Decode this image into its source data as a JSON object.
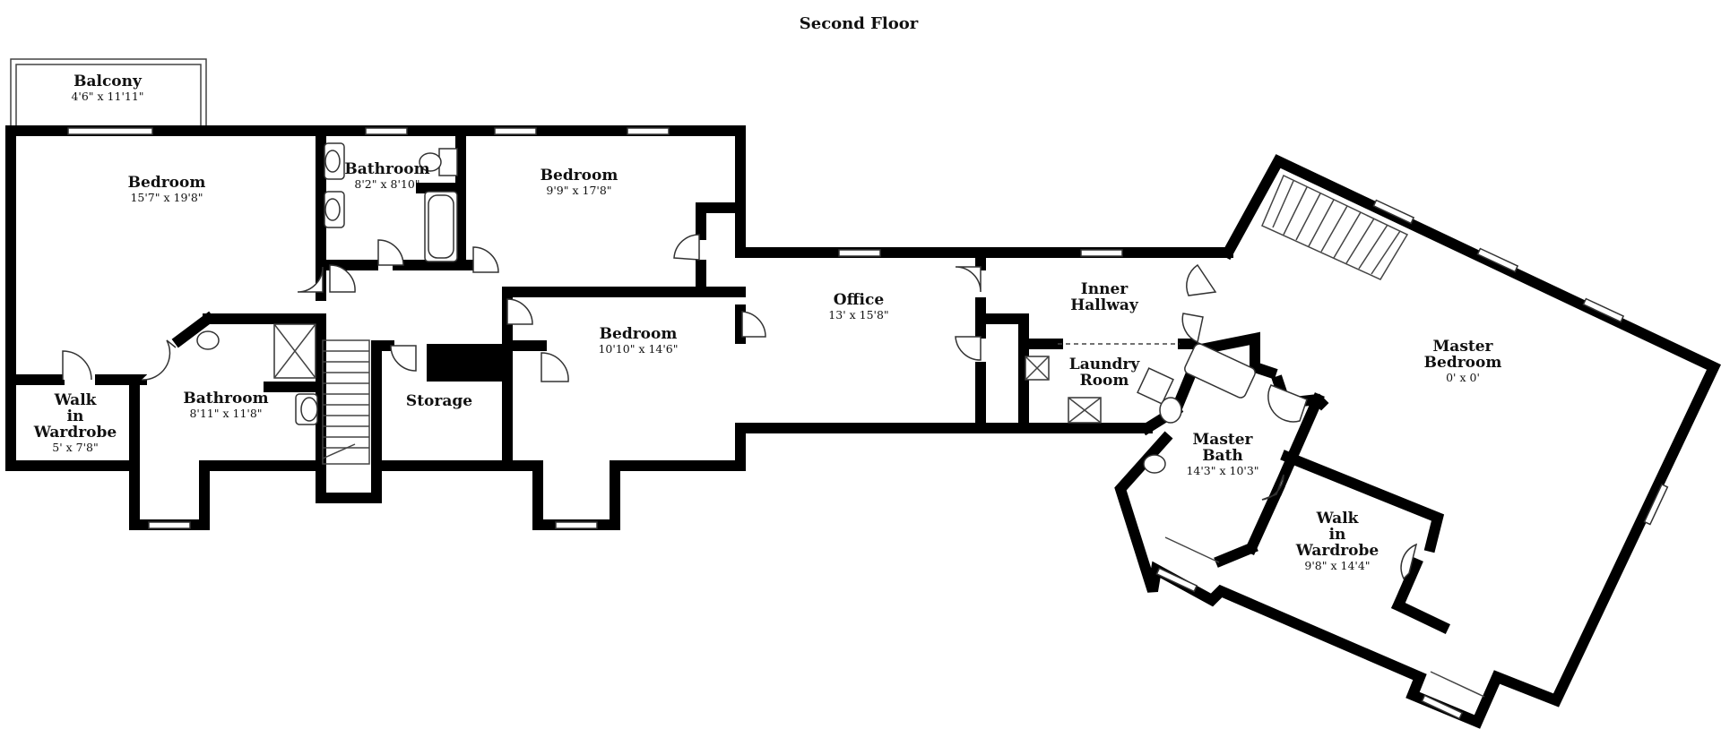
{
  "title": "Second Floor",
  "rooms": [
    {
      "id": "balcony",
      "name": "Balcony",
      "dim": "4'6\" x 11'11\""
    },
    {
      "id": "bedroom-1",
      "name": "Bedroom",
      "dim": "15'7\" x 19'8\""
    },
    {
      "id": "bathroom-1",
      "name": "Bathroom",
      "dim": "8'2\" x 8'10\""
    },
    {
      "id": "bedroom-2",
      "name": "Bedroom",
      "dim": "9'9\" x 17'8\""
    },
    {
      "id": "walk-in-wardrobe-1",
      "name": [
        "Walk",
        "in",
        "Wardrobe"
      ],
      "dim": "5' x 7'8\""
    },
    {
      "id": "bathroom-2",
      "name": "Bathroom",
      "dim": "8'11\" x 11'8\""
    },
    {
      "id": "storage",
      "name": "Storage",
      "dim": ""
    },
    {
      "id": "bedroom-3",
      "name": "Bedroom",
      "dim": "10'10\" x 14'6\""
    },
    {
      "id": "office",
      "name": "Office",
      "dim": "13' x 15'8\""
    },
    {
      "id": "inner-hallway",
      "name": [
        "Inner",
        "Hallway"
      ],
      "dim": ""
    },
    {
      "id": "laundry-room",
      "name": [
        "Laundry",
        "Room"
      ],
      "dim": ""
    },
    {
      "id": "master-bedroom",
      "name": [
        "Master",
        "Bedroom"
      ],
      "dim": "0' x 0'"
    },
    {
      "id": "master-bath",
      "name": [
        "Master",
        "Bath"
      ],
      "dim": "14'3\" x 10'3\""
    },
    {
      "id": "walk-in-wardrobe-2",
      "name": [
        "Walk",
        "in",
        "Wardrobe"
      ],
      "dim": "9'8\" x 14'4\""
    }
  ]
}
